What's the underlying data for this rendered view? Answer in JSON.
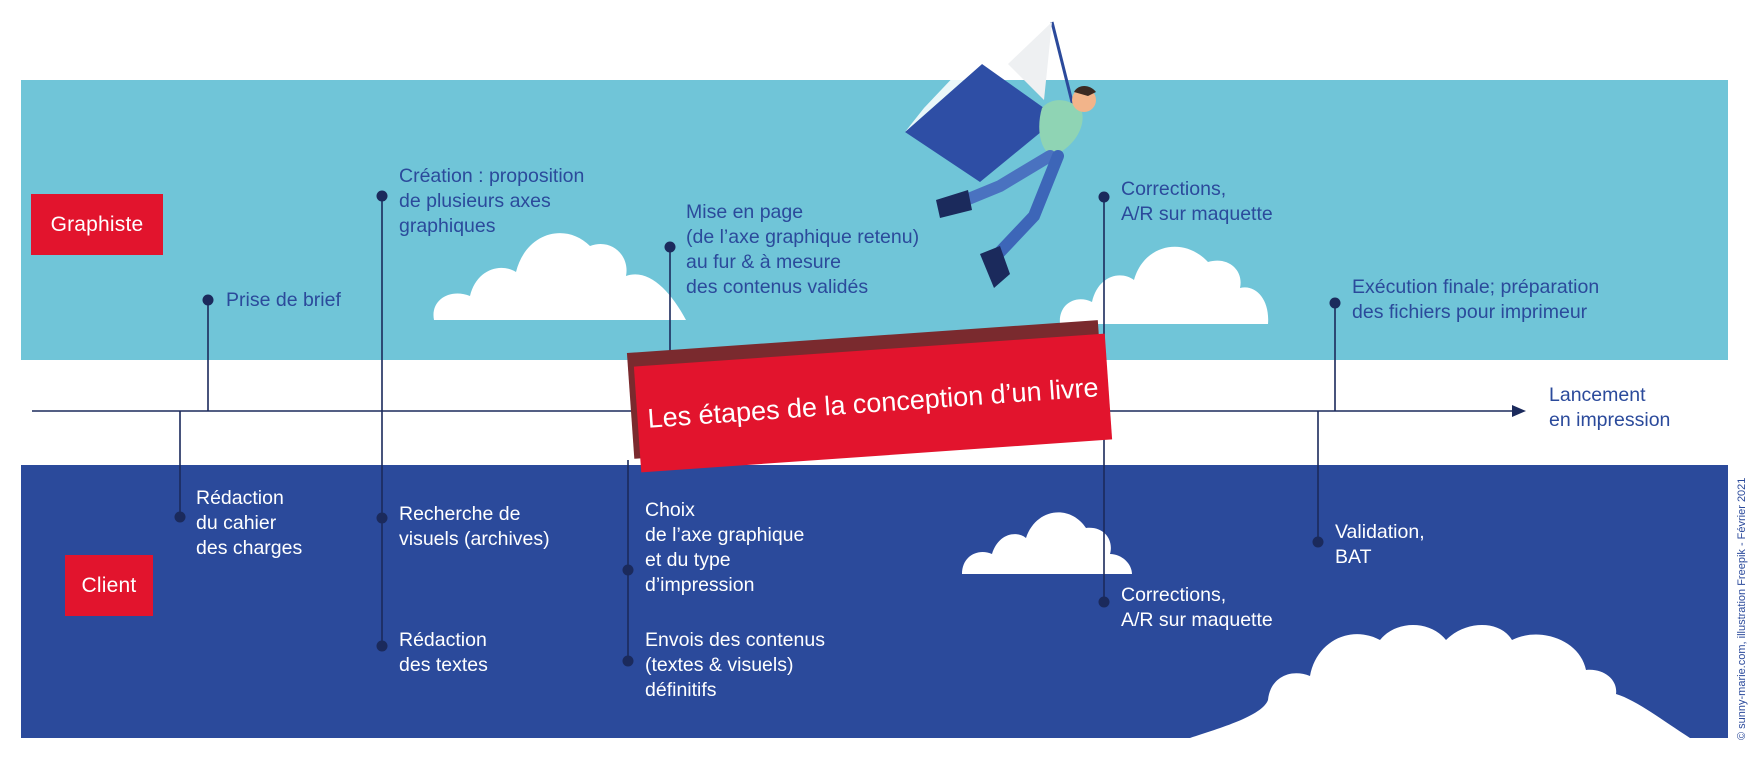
{
  "title": "Les étapes de la conception d’un livre",
  "roles": {
    "top": "Graphiste",
    "bottom": "Client"
  },
  "end_label": "Lancement\nen impression",
  "credit": "© sunny-marie.com, illustration Freepik - Février 2021",
  "graphiste_steps": [
    "Prise de brief",
    "Création : proposition\nde plusieurs axes\ngraphiques",
    "Mise en page\n(de l’axe graphique retenu)\nau fur & à mesure\ndes contenus validés",
    "Corrections,\nA/R sur maquette",
    "Exécution finale; préparation\ndes fichiers pour imprimeur"
  ],
  "client_steps": [
    "Rédaction\ndu cahier\ndes charges",
    "Recherche de\nvisuels (archives)",
    "Rédaction\ndes textes",
    "Choix\nde l’axe graphique\net du type\nd’impression",
    "Envois des contenus\n(textes & visuels)\ndéfinitifs",
    "Corrections,\nA/R sur maquette",
    "Validation,\nBAT"
  ],
  "colors": {
    "top_band": "#70c5d8",
    "bottom_band": "#2b4a9b",
    "accent_red": "#e2142d",
    "line": "#1b2a5c"
  }
}
